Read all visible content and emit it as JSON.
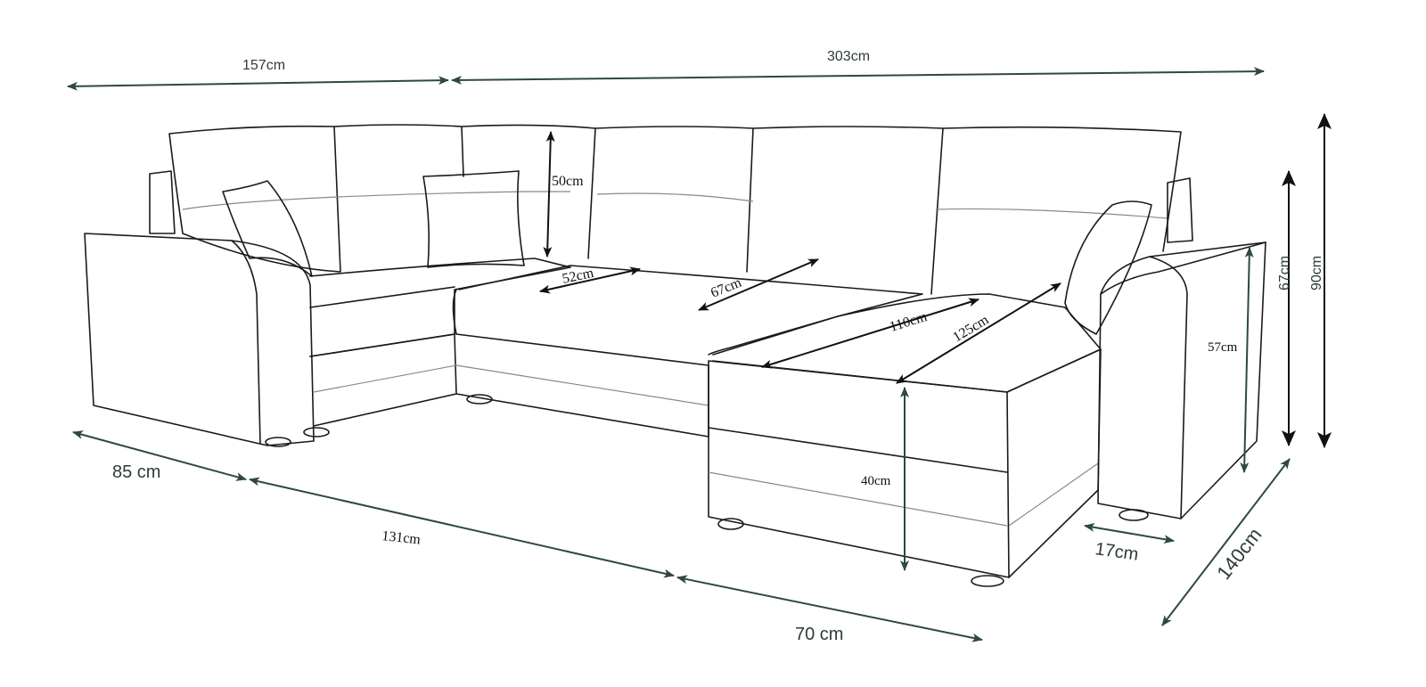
{
  "colors": {
    "outer_dimension": "#2d4a3a",
    "inner_dimension": "#111111",
    "outline": "#1a1a1a"
  },
  "dimensions": {
    "top_left_width": "157cm",
    "top_right_width": "303cm",
    "backrest_height": "50cm",
    "seat_depth_left": "52cm",
    "seat_depth_middle": "67cm",
    "chaise_width": "110cm",
    "chaise_depth": "125cm",
    "armrest_height": "57cm",
    "seat_height": "40cm",
    "height_to_armrest": "67cm",
    "total_height": "90cm",
    "left_depth": "85 cm",
    "front_width": "131cm",
    "chaise_front": "70 cm",
    "armrest_width": "17cm",
    "right_depth": "140cm"
  }
}
